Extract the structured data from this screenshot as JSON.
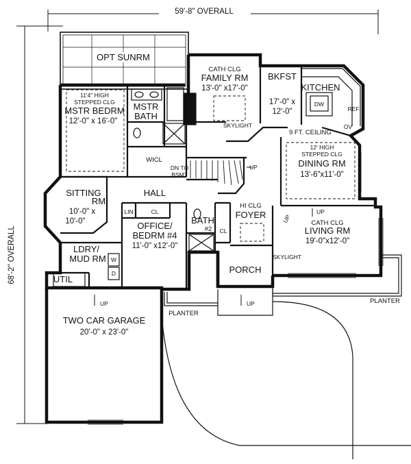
{
  "overall_width": "59'-8\" OVERALL",
  "overall_depth": "68'-2\" OVERALL",
  "rooms": {
    "sunroom": {
      "name": "OPT SUNRM"
    },
    "master_bedroom": {
      "note_line1": "11'4\" HIGH",
      "note_line2": "STEPPED CLG",
      "name": "MSTR BEDRM",
      "dims": "12'-0\" x 16'-0\""
    },
    "master_bath": {
      "name_line1": "MSTR",
      "name_line2": "BATH"
    },
    "family_room": {
      "note": "CATH CLG",
      "name": "FAMILY RM",
      "dims": "13'-0\" x17'-0\"",
      "skylight": "SKYLIGHT"
    },
    "breakfast": {
      "name": "BKFST"
    },
    "kitchen": {
      "name": "KITCHEN",
      "dims_line1": "17'-0\" x",
      "dims_line2": "12'-0\"",
      "dw": "DW",
      "ref": "REF",
      "ov": "OV"
    },
    "ceiling_note": "9 FT. CEILING",
    "dining_room": {
      "note_line1": "12' HIGH",
      "note_line2": "STEPPED CLG",
      "name": "DINING RM",
      "dims": "13'-6\"x11'-0\""
    },
    "walk_in_closet": {
      "name": "WICL"
    },
    "stair_note": {
      "line1": "DN TO",
      "line2": "BSMT"
    },
    "sitting_room": {
      "name_line1": "SITTING",
      "name_line2": "RM",
      "dims_line1": "10'-0\" x",
      "dims_line2": "10'-0\""
    },
    "hall": {
      "name": "HALL"
    },
    "linen": {
      "name": "LIN"
    },
    "closet_office": {
      "name": "CL"
    },
    "office": {
      "name_line1": "OFFICE/",
      "name_line2": "BEDRM #4",
      "dims": "11'-0\" x12'-0\""
    },
    "bath2": {
      "name": "BATH",
      "num": "#2"
    },
    "closet_foyer": {
      "name": "CL"
    },
    "foyer": {
      "note": "HI CLG",
      "name": "FOYER"
    },
    "living_room": {
      "note": "CATH CLG",
      "name": "LIVING RM",
      "dims": "19'-0\"x12'-0\"",
      "skylight": "SKYLIGHT"
    },
    "laundry": {
      "name_line1": "LDRY/",
      "name_line2": "MUD RM",
      "washer": "W",
      "dryer": "D"
    },
    "utility": {
      "name": "UTIL"
    },
    "porch": {
      "name": "PORCH"
    },
    "garage": {
      "name": "TWO CAR GARAGE",
      "dims": "20'-0\" x 23'-0\""
    }
  },
  "planters": {
    "left": "PLANTER",
    "right": "PLANTER"
  },
  "up_labels": {
    "stairs": "UP",
    "dining_step": "UP",
    "foyer_step": "UP",
    "garage_step": "UP",
    "porch_step": "UP"
  }
}
